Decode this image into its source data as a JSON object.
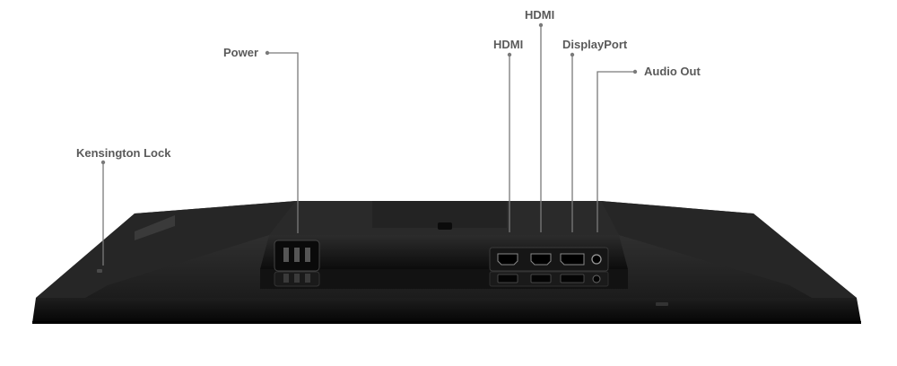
{
  "callouts": {
    "kensington": "Kensington Lock",
    "power": "Power",
    "hdmi_1": "HDMI",
    "hdmi_2": "HDMI",
    "displayport": "DisplayPort",
    "audio_out": "Audio Out"
  },
  "colors": {
    "monitor_body": "#1a1a1a",
    "bezel_front": "#0e0e0e",
    "label_text": "#5a5a5a",
    "leader_line": "#7a7a7a"
  }
}
